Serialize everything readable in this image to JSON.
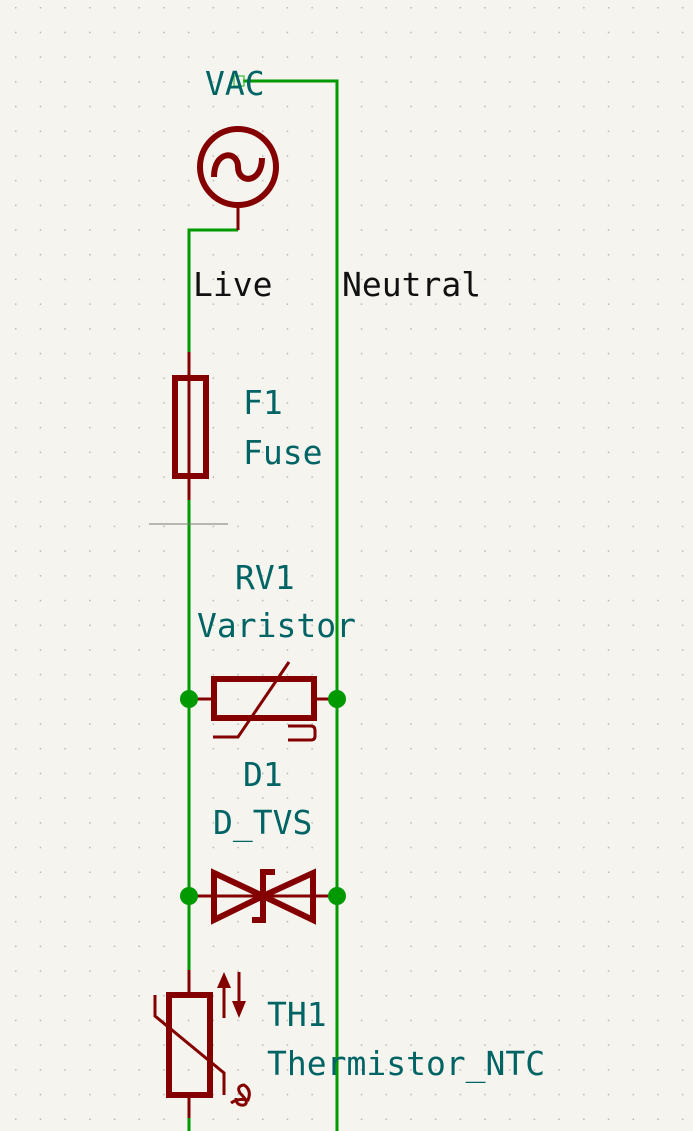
{
  "schematic": {
    "source": {
      "ref": "VAC"
    },
    "nets": {
      "live": "Live",
      "neutral": "Neutral"
    },
    "fuse": {
      "ref": "F1",
      "value": "Fuse"
    },
    "varistor": {
      "ref": "RV1",
      "value": "Varistor"
    },
    "tvs": {
      "ref": "D1",
      "value": "D_TVS"
    },
    "thermistor": {
      "ref": "TH1",
      "value": "Thermistor_NTC"
    }
  },
  "colors": {
    "wire": "#009900",
    "symbol": "#840000",
    "label": "#006464",
    "background": "#f5f4ef"
  }
}
